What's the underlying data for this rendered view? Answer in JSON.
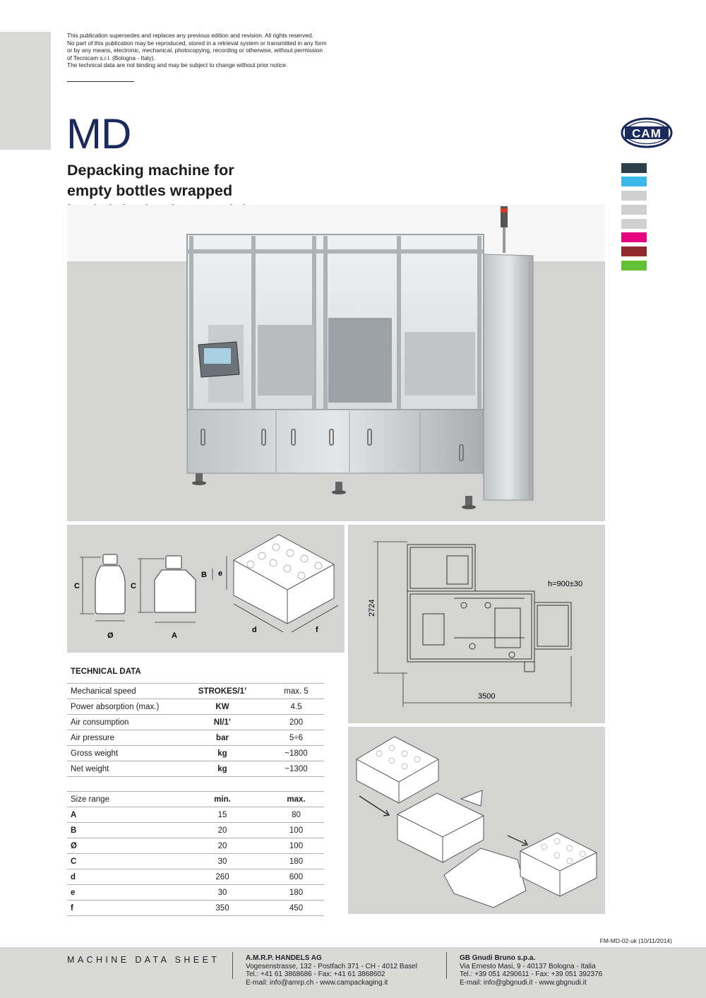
{
  "disclaimer": {
    "line1": "This publication supersedes and replaces any previous edition and revision. All rights reserved.",
    "line2": "No part of this publication may be reproduced, stored in a retrieval system or transmitted in any form",
    "line3": "or by any means, electronic, mechanical, photocopying, recording or otherwise, without permission",
    "line4": "of Tecnicam s.r.l. (Bologna - Italy).",
    "line5": "The technical data are not binding and may be subject to change without prior notice."
  },
  "header": {
    "model": "MD",
    "subtitle_line1": "Depacking machine for",
    "subtitle_line2": "empty bottles wrapped",
    "subtitle_line3": "in shrink-plastic material",
    "logo_text": "CAM"
  },
  "colors": {
    "brand_navy": "#1b2a5c",
    "swatches": [
      "#2c3e4a",
      "#3ab8ea",
      "#d0d0d0",
      "#d0d0d0",
      "#d0d0d0",
      "#e4007f",
      "#8e2a2f",
      "#62c035"
    ]
  },
  "dimension_labels": {
    "c1": "C",
    "c2": "C",
    "b": "B",
    "e": "e",
    "diameter": "Ø",
    "a": "A",
    "d": "d",
    "f": "f"
  },
  "layout": {
    "height_dim": "2724",
    "width_dim": "3500",
    "h_label": "h=900±30"
  },
  "technical_data": {
    "title": "TECHNICAL DATA",
    "rows": [
      {
        "label": "Mechanical speed",
        "unit": "STROKES/1’",
        "value": "max. 5"
      },
      {
        "label": "Power absorption (max.)",
        "unit": "KW",
        "value": "4.5"
      },
      {
        "label": "Air consumption",
        "unit": "Nl/1’",
        "value": "200"
      },
      {
        "label": "Air pressure",
        "unit": "bar",
        "value": "5÷6"
      },
      {
        "label": "Gross weight",
        "unit": "kg",
        "value": "~1800"
      },
      {
        "label": "Net weight",
        "unit": "kg",
        "value": "~1300"
      }
    ]
  },
  "size_range": {
    "header": {
      "label": "Size range",
      "min": "min.",
      "max": "max."
    },
    "rows": [
      {
        "label": "A",
        "min": "15",
        "max": "80"
      },
      {
        "label": "B",
        "min": "20",
        "max": "100"
      },
      {
        "label": "Ø",
        "min": "20",
        "max": "100"
      },
      {
        "label": "C",
        "min": "30",
        "max": "180"
      },
      {
        "label": "d",
        "min": "260",
        "max": "600"
      },
      {
        "label": "e",
        "min": "30",
        "max": "180"
      },
      {
        "label": "f",
        "min": "350",
        "max": "450"
      }
    ]
  },
  "doc_ref": "FM-MD-02-uk (10/11/2014)",
  "footer": {
    "label": "MACHINE DATA SHEET",
    "company1": {
      "name": "A.M.R.P. HANDELS AG",
      "line1": "Vogesenstrasse, 132 - Postfach 371 - CH - 4012 Basel",
      "line2": "Tel.: +41 61 3868686 - Fax: +41 61 3868602",
      "line3": "E-mail: info@amrp.ch - www.campackaging.it"
    },
    "company2": {
      "name": "GB Gnudi Bruno s.p.a.",
      "line1": "Via Ernesto Masi, 9 - 40137 Bologna - Italia",
      "line2": "Tel.: +39 051 4290611 - Fax: +39 051 392376",
      "line3": "E-mail: info@gbgnudi.it - www.gbgnudi.it"
    }
  }
}
